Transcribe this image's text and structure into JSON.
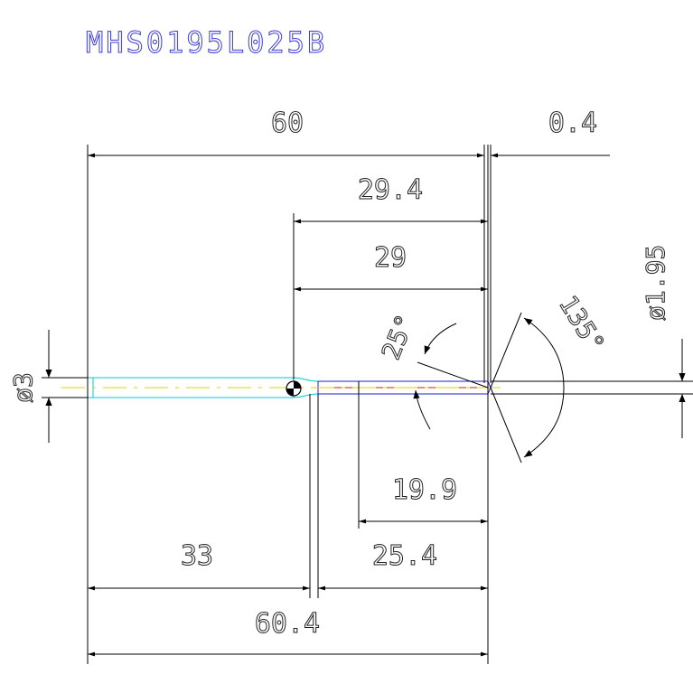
{
  "title": "MHS0195L025B",
  "dimensions": {
    "overall_length": "60",
    "tip_offset": "0.4",
    "flute_length_outer": "29.4",
    "flute_length": "29",
    "neck_angle": "25°",
    "point_angle": "135°",
    "tip_diameter": "ø1.95",
    "shank_diameter": "ø3",
    "cut_length": "19.9",
    "shank_length": "33",
    "neck_length": "25.4",
    "total_length": "60.4"
  },
  "colors": {
    "title": "#3a3ad8",
    "lines": "#000000",
    "shank_outline": "#00c8d8",
    "centerline": "#e0d000",
    "tip_outline": "#1f1fd0",
    "tip_core": "#c02020"
  }
}
